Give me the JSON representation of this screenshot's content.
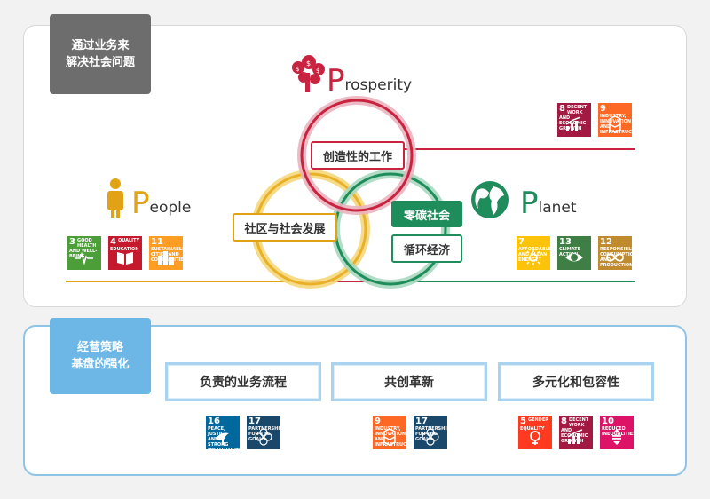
{
  "top_tag": "通过业务来\n解决社会问题",
  "bottom_tag": "经营策略\n基盘的强化",
  "prosperity": {
    "initial": "P",
    "rest": "rosperity",
    "color": "#c8233f"
  },
  "people": {
    "initial": "P",
    "rest": "eople",
    "color": "#e1a216"
  },
  "planet": {
    "initial": "P",
    "rest": "lanet",
    "color": "#1f8c5c"
  },
  "labels": {
    "create_work": "创造性的工作",
    "community": "社区与社会发展",
    "zero_carbon": "零碳社会",
    "circular": "循环经济"
  },
  "processes": [
    "负责的业务流程",
    "共创革新",
    "多元化和包容性"
  ],
  "sdg_groups": {
    "prosperity": [
      {
        "num": "8",
        "text": "DECENT WORK AND ECONOMIC GROWTH",
        "color": "#a21942",
        "icon": "growth-chart-icon"
      },
      {
        "num": "9",
        "text": "INDUSTRY, INNOVATION AND INFRASTRUCTURE",
        "color": "#fd6925",
        "icon": "cubes-icon"
      }
    ],
    "people": [
      {
        "num": "3",
        "text": "GOOD HEALTH AND WELL-BEING",
        "color": "#4c9f38",
        "icon": "heartbeat-icon"
      },
      {
        "num": "4",
        "text": "QUALITY EDUCATION",
        "color": "#c5192d",
        "icon": "book-icon"
      },
      {
        "num": "11",
        "text": "SUSTAINABLE CITIES AND COMMUNITIES",
        "color": "#fd9d24",
        "icon": "city-icon"
      }
    ],
    "planet": [
      {
        "num": "7",
        "text": "AFFORDABLE AND CLEAN ENERGY",
        "color": "#fcc30b",
        "icon": "sun-icon"
      },
      {
        "num": "13",
        "text": "CLIMATE ACTION",
        "color": "#3f7e44",
        "icon": "eye-globe-icon"
      },
      {
        "num": "12",
        "text": "RESPONSIBLE CONSUMPTION AND PRODUCTION",
        "color": "#bf8b2e",
        "icon": "infinity-icon"
      }
    ],
    "process1": [
      {
        "num": "16",
        "text": "PEACE, JUSTICE AND STRONG INSTITUTIONS",
        "color": "#00689d",
        "icon": "dove-icon"
      },
      {
        "num": "17",
        "text": "PARTNERSHIPS FOR THE GOALS",
        "color": "#19486a",
        "icon": "flower-icon"
      }
    ],
    "process2": [
      {
        "num": "9",
        "text": "INDUSTRY, INNOVATION AND INFRASTRUCTURE",
        "color": "#fd6925",
        "icon": "cubes-icon"
      },
      {
        "num": "17",
        "text": "PARTNERSHIPS FOR THE GOALS",
        "color": "#19486a",
        "icon": "flower-icon"
      }
    ],
    "process3": [
      {
        "num": "5",
        "text": "GENDER EQUALITY",
        "color": "#ff3a21",
        "icon": "gender-icon"
      },
      {
        "num": "8",
        "text": "DECENT WORK AND ECONOMIC GROWTH",
        "color": "#a21942",
        "icon": "growth-chart-icon"
      },
      {
        "num": "10",
        "text": "REDUCED INEQUALITIES",
        "color": "#dd1367",
        "icon": "equality-icon"
      }
    ]
  }
}
